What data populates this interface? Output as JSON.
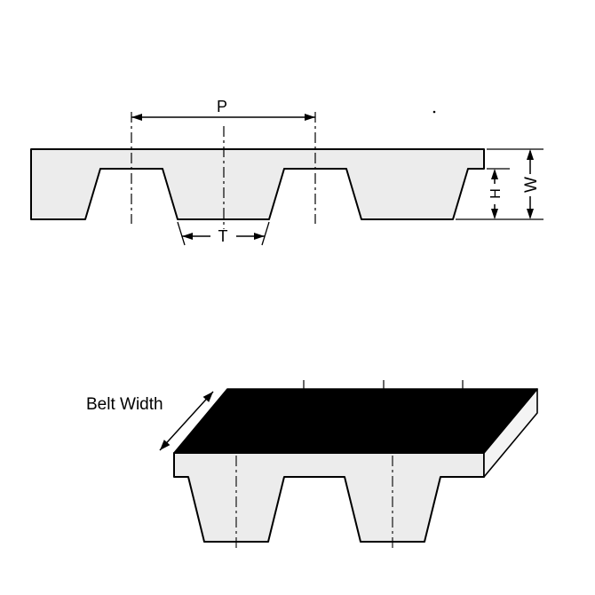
{
  "diagram": {
    "labels": {
      "pitch": "P",
      "tooth_width": "T",
      "tooth_height": "H",
      "belt_thickness": "W",
      "belt_width": "Belt Width"
    },
    "colors": {
      "belt_fill": "#ececec",
      "top_face": "#000000",
      "end_face": "#f4f4f4",
      "line": "#000000",
      "background": "#ffffff"
    }
  }
}
